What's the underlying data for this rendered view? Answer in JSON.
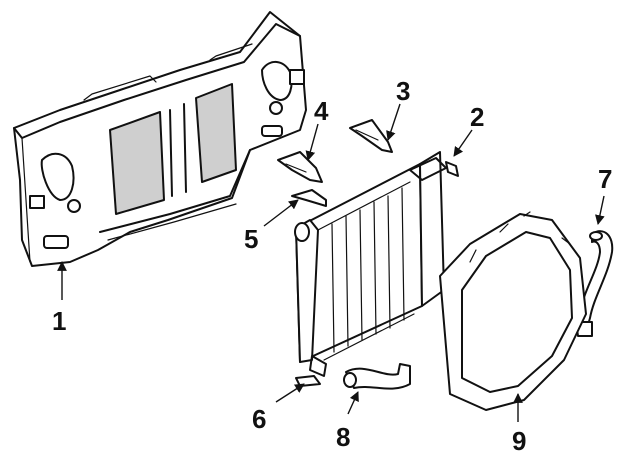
{
  "callouts": [
    {
      "id": 1,
      "label": "1"
    },
    {
      "id": 2,
      "label": "2"
    },
    {
      "id": 3,
      "label": "3"
    },
    {
      "id": 4,
      "label": "4"
    },
    {
      "id": 5,
      "label": "5"
    },
    {
      "id": 6,
      "label": "6"
    },
    {
      "id": 7,
      "label": "7"
    },
    {
      "id": 8,
      "label": "8"
    },
    {
      "id": 9,
      "label": "9"
    }
  ]
}
